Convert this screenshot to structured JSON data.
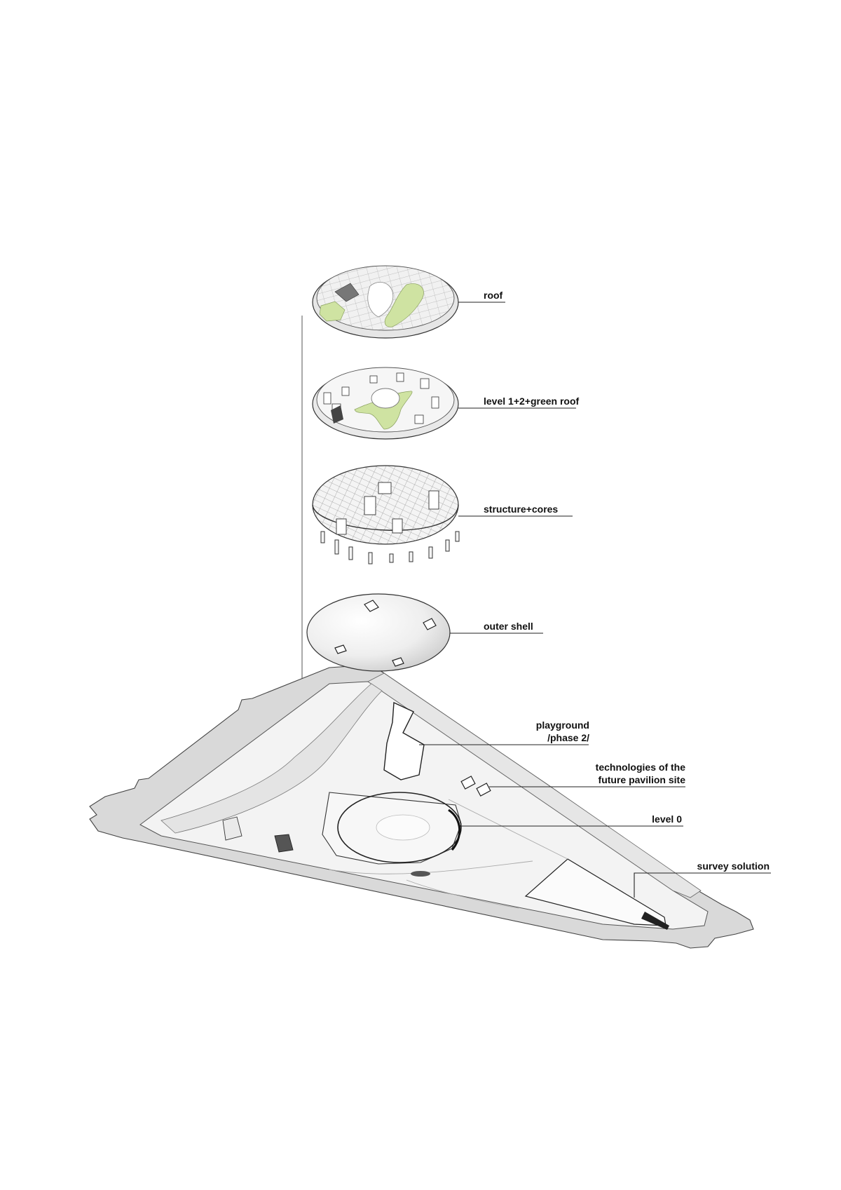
{
  "labels": {
    "roof": "roof",
    "level_12": "level 1+2+green roof",
    "structure": "structure+cores",
    "outer_shell": "outer shell",
    "playground_1": "playground",
    "playground_2": "/phase 2/",
    "technologies_1": "technologies of the",
    "technologies_2": "future pavilion site",
    "level_0": "level 0",
    "survey": "survey solution"
  },
  "colors": {
    "green": "#cfe3a2",
    "outline": "#2a2a2a",
    "surface": "#f2f2f2",
    "road": "#d8d8d8"
  }
}
